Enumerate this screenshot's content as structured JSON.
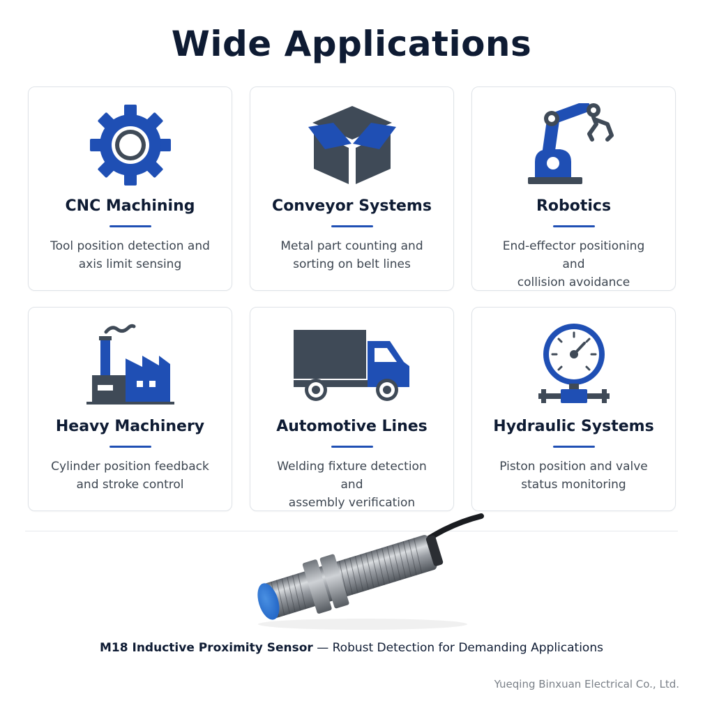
{
  "page": {
    "title": "Wide Applications"
  },
  "colors": {
    "accent": "#1f4fb4",
    "dark": "#3f4a57",
    "title": "#0e1b33",
    "text": "#3c4550",
    "border": "#dfe3e8"
  },
  "cards": [
    {
      "title": "CNC Machining",
      "icon": "gear-icon",
      "desc_line1": "Tool position detection and",
      "desc_line2": "axis limit sensing"
    },
    {
      "title": "Conveyor Systems",
      "icon": "box-icon",
      "desc_line1": "Metal part counting and",
      "desc_line2": "sorting on belt lines"
    },
    {
      "title": "Robotics",
      "icon": "robot-arm-icon",
      "desc_line1": "End-effector positioning and",
      "desc_line2": "collision avoidance"
    },
    {
      "title": "Heavy Machinery",
      "icon": "factory-icon",
      "desc_line1": "Cylinder position feedback",
      "desc_line2": "and stroke control"
    },
    {
      "title": "Automotive Lines",
      "icon": "truck-icon",
      "desc_line1": "Welding fixture detection and",
      "desc_line2": "assembly verification"
    },
    {
      "title": "Hydraulic Systems",
      "icon": "pressure-gauge-icon",
      "desc_line1": "Piston position and valve",
      "desc_line2": "status monitoring"
    }
  ],
  "product": {
    "image": "proximity-sensor-image",
    "caption_strong": "M18 Inductive Proximity Sensor",
    "caption_rest": " — Robust Detection for Demanding Applications"
  },
  "footer": {
    "company": "Yueqing Binxuan Electrical Co., Ltd."
  }
}
